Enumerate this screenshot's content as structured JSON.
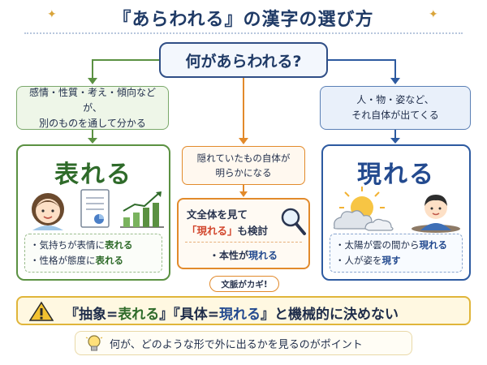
{
  "title": "『あらわれる』の漢字の選び方",
  "question": "何があらわれる?",
  "left": {
    "description_line1": "感情・性質・考え・傾向などが、",
    "description_line2": "別のものを通して分かる",
    "word": "表れる",
    "example1_pre": "・気持ちが表情に",
    "example1_hl": "表れる",
    "example2_pre": "・性格が態度に",
    "example2_hl": "表れる"
  },
  "right": {
    "description_line1": "人・物・姿など、",
    "description_line2": "それ自体が出てくる",
    "word": "現れる",
    "example1_pre": "・太陽が雲の間から",
    "example1_hl": "現れる",
    "example2_pre": "・人が姿を",
    "example2_hl": "現す"
  },
  "center": {
    "top_line1": "隠れていたもの自体が",
    "top_line2": "明らかになる",
    "line1": "文全体を見て",
    "line2_hl": "「現れる」",
    "line2_post": "も検討",
    "line3_pre": "・本性が",
    "line3_hl": "現れる",
    "hint": "文脈がカギ!"
  },
  "warning": {
    "open1": "『抽象=",
    "hl1": "表れる",
    "mid": "』『具体=",
    "hl2": "現れる",
    "close": "』と機械的に決めない"
  },
  "tip": "何が、どのような形で外に出るかを見るのがポイント",
  "colors": {
    "navy": "#1f3a66",
    "green": "#2f6b2a",
    "blue": "#234a8f",
    "orange": "#e28a2b",
    "red": "#d2462d",
    "yellow": "#e0b53a"
  }
}
